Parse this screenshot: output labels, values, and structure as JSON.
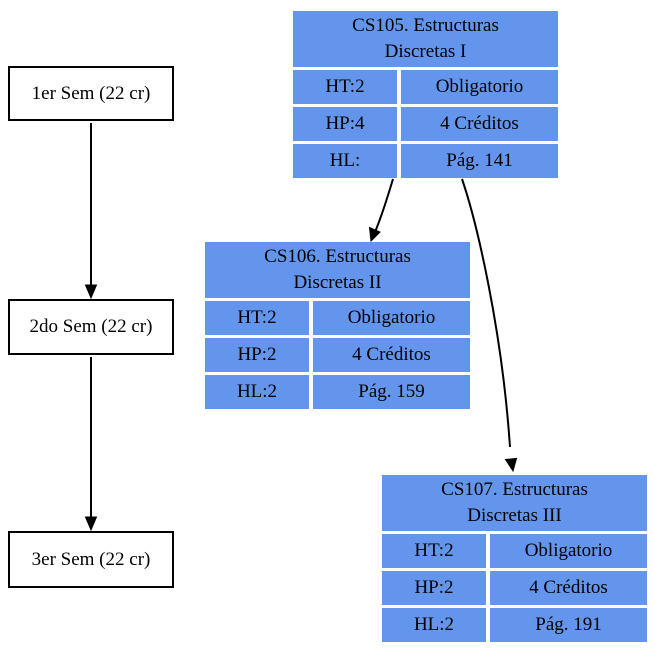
{
  "colors": {
    "cell_background": "#6495ED",
    "node_border": "#000000",
    "edge": "#000000",
    "page_background": "#ffffff",
    "text": "#000000"
  },
  "semesters": [
    {
      "label": "1er Sem (22 cr)"
    },
    {
      "label": "2do Sem (22 cr)"
    },
    {
      "label": "3er Sem (22 cr)"
    }
  ],
  "courses": [
    {
      "code": "CS105",
      "title_line1": "CS105. Estructuras",
      "title_line2": "Discretas I",
      "rows": [
        {
          "left": "HT:2",
          "right": "Obligatorio"
        },
        {
          "left": "HP:4",
          "right": "4 Créditos"
        },
        {
          "left": "HL:",
          "right": "Pág. 141"
        }
      ]
    },
    {
      "code": "CS106",
      "title_line1": "CS106. Estructuras",
      "title_line2": "Discretas II",
      "rows": [
        {
          "left": "HT:2",
          "right": "Obligatorio"
        },
        {
          "left": "HP:2",
          "right": "4 Créditos"
        },
        {
          "left": "HL:2",
          "right": "Pág. 159"
        }
      ]
    },
    {
      "code": "CS107",
      "title_line1": "CS107. Estructuras",
      "title_line2": "Discretas III",
      "rows": [
        {
          "left": "HT:2",
          "right": "Obligatorio"
        },
        {
          "left": "HP:2",
          "right": "4 Créditos"
        },
        {
          "left": "HL:2",
          "right": "Pág. 191"
        }
      ]
    }
  ],
  "edges": [
    {
      "from": "1er Sem",
      "to": "2do Sem"
    },
    {
      "from": "2do Sem",
      "to": "3er Sem"
    },
    {
      "from": "CS105",
      "to": "CS106"
    },
    {
      "from": "CS105",
      "to": "CS107"
    }
  ]
}
